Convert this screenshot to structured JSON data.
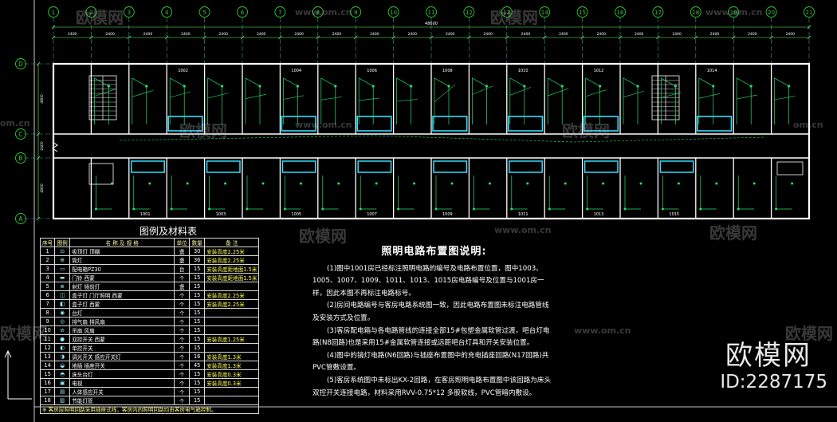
{
  "axis_numbers": [
    "1",
    "2",
    "3",
    "4",
    "5",
    "6",
    "7",
    "8",
    "9",
    "10",
    "11",
    "12",
    "13",
    "14",
    "15",
    "16",
    "17",
    "18",
    "19",
    "20",
    "21"
  ],
  "axis_letters": [
    "D",
    "C",
    "B",
    "A"
  ],
  "dimensions": {
    "total": "48600",
    "segments": [
      "2400",
      "2400",
      "2400",
      "2400",
      "2400",
      "2400",
      "2400",
      "2400",
      "2400",
      "2400",
      "2400",
      "2400",
      "2400",
      "2400",
      "2400",
      "2400",
      "2400",
      "2400",
      "2400",
      "2400"
    ],
    "left": [
      "4800",
      "2400",
      "4800"
    ]
  },
  "rooms_top": [
    "1002",
    "1004",
    "1006",
    "1008",
    "1010",
    "1012",
    "1014"
  ],
  "rooms_bottom": [
    "1001",
    "1003",
    "1005",
    "1007",
    "1009",
    "1011",
    "1013",
    "1015"
  ],
  "legend": {
    "title": "图例及材料表",
    "headers": [
      "序号",
      "图例",
      "名 称 及 规 格",
      "单位",
      "数量",
      "备 注"
    ],
    "rows": [
      {
        "no": "1",
        "sym": "⊡",
        "name": "吸顶灯 顶棚",
        "unit": "盏",
        "qty": "30",
        "rem": "安装高度2.25米"
      },
      {
        "no": "2",
        "sym": "⊕",
        "name": "筒灯",
        "unit": "盏",
        "qty": "36",
        "rem": "安装高度2.25米"
      },
      {
        "no": "3",
        "sym": "▭",
        "name": "配电箱PZ30",
        "unit": "台",
        "qty": "15",
        "rem": "安装高度距地面1.5米"
      },
      {
        "no": "4",
        "sym": "▬",
        "name": "门铃 西蒙",
        "unit": "个",
        "qty": "15",
        "rem": "安装高度距地面1.5米"
      },
      {
        "no": "5",
        "sym": "⊗",
        "name": "射灯 镜前灯",
        "unit": "盏",
        "qty": "15",
        "rem": ""
      },
      {
        "no": "6",
        "sym": "◫",
        "name": "盒子灯 门厅照明 西蒙",
        "unit": "个",
        "qty": "15",
        "rem": "安装高度2.25米"
      },
      {
        "no": "7",
        "sym": "◧",
        "name": "盒子灯 西蒙",
        "unit": "个",
        "qty": "15",
        "rem": "安装高度2.25米"
      },
      {
        "no": "8",
        "sym": "◉",
        "name": "台灯",
        "unit": "个",
        "qty": "15",
        "rem": ""
      },
      {
        "no": "9",
        "sym": "◎",
        "name": "排气扇 排风扇",
        "unit": "个",
        "qty": "15",
        "rem": ""
      },
      {
        "no": "10",
        "sym": "⊘",
        "name": "吊扇 风扇",
        "unit": "个",
        "qty": "15",
        "rem": ""
      },
      {
        "no": "11",
        "sym": "●",
        "name": "双控开关 西蒙",
        "unit": "个",
        "qty": "15",
        "rem": "安装高度1.25米"
      },
      {
        "no": "12",
        "sym": "◐",
        "name": "单控开关",
        "unit": "个",
        "qty": "15",
        "rem": ""
      },
      {
        "no": "13",
        "sym": "◑",
        "name": "调光开关 感应开关灯",
        "unit": "个",
        "qty": "16",
        "rem": "安装高度1.3米"
      },
      {
        "no": "14",
        "sym": "◒",
        "name": "地插 插座开关",
        "unit": "个",
        "qty": "45",
        "rem": "安装高度1.3米"
      },
      {
        "no": "15",
        "sym": "◓",
        "name": "床头台灯",
        "unit": "个",
        "qty": "15",
        "rem": "安装高度0.3米"
      },
      {
        "no": "16",
        "sym": "▣",
        "name": "电视",
        "unit": "个",
        "qty": "15",
        "rem": "安装高度0.3米"
      },
      {
        "no": "17",
        "sym": "▤",
        "name": "人体感应开关",
        "unit": "个",
        "qty": "15",
        "rem": ""
      },
      {
        "no": "18",
        "sym": "▥",
        "name": "节能灯管",
        "unit": "个",
        "qty": "15",
        "rem": ""
      }
    ],
    "footnote": "※ 客房层照明回路采用插座式线，客房内的照明回路均由客房电气箱控制。"
  },
  "notes": {
    "title": "照明电路布置图说明:",
    "paragraphs": [
      "(1)图中1001房已经标注照明电路的编号及电路布置位置，图中1003、1005、1007、1009、1011、1013、1015房电路编号及位置与1001房一样，因此本图不再标注电路标号。",
      "(2)房间电路编号与客房电路系统图一致，因此电路布置图未标注电路管线及安装方式及位置。",
      "(3)客房配电箱与各电路管线的连接全部15#包塑金属软管过渡，吧台灯电路(N8回路)也是采用15#金属软管连接或远距吧台灯具和开关安装位置。",
      "(4)图中的镜灯电路(N6回路)与插座布置图中的充电插座回路(N17回路)共PVC管敷设置。",
      "(5)客房系统图中未标出KX-2回路，在客房照明电路布置图中该回路为床头双控开关连接电路，材料采用RVV-0.75*12 多股软线，PVC管暗内敷设。"
    ]
  },
  "watermarks": {
    "logo": "欧模网",
    "site": "www.om.cn",
    "site_short": "om.cn",
    "brand_big": "欧模网",
    "id": "ID:2287175"
  },
  "colors": {
    "wall": "#ffffff",
    "grid": "#3a9a9a",
    "circuit": "#27e06c",
    "fixture": "#33ddff",
    "dimension": "#66ff66",
    "axis": "#33cc33"
  }
}
